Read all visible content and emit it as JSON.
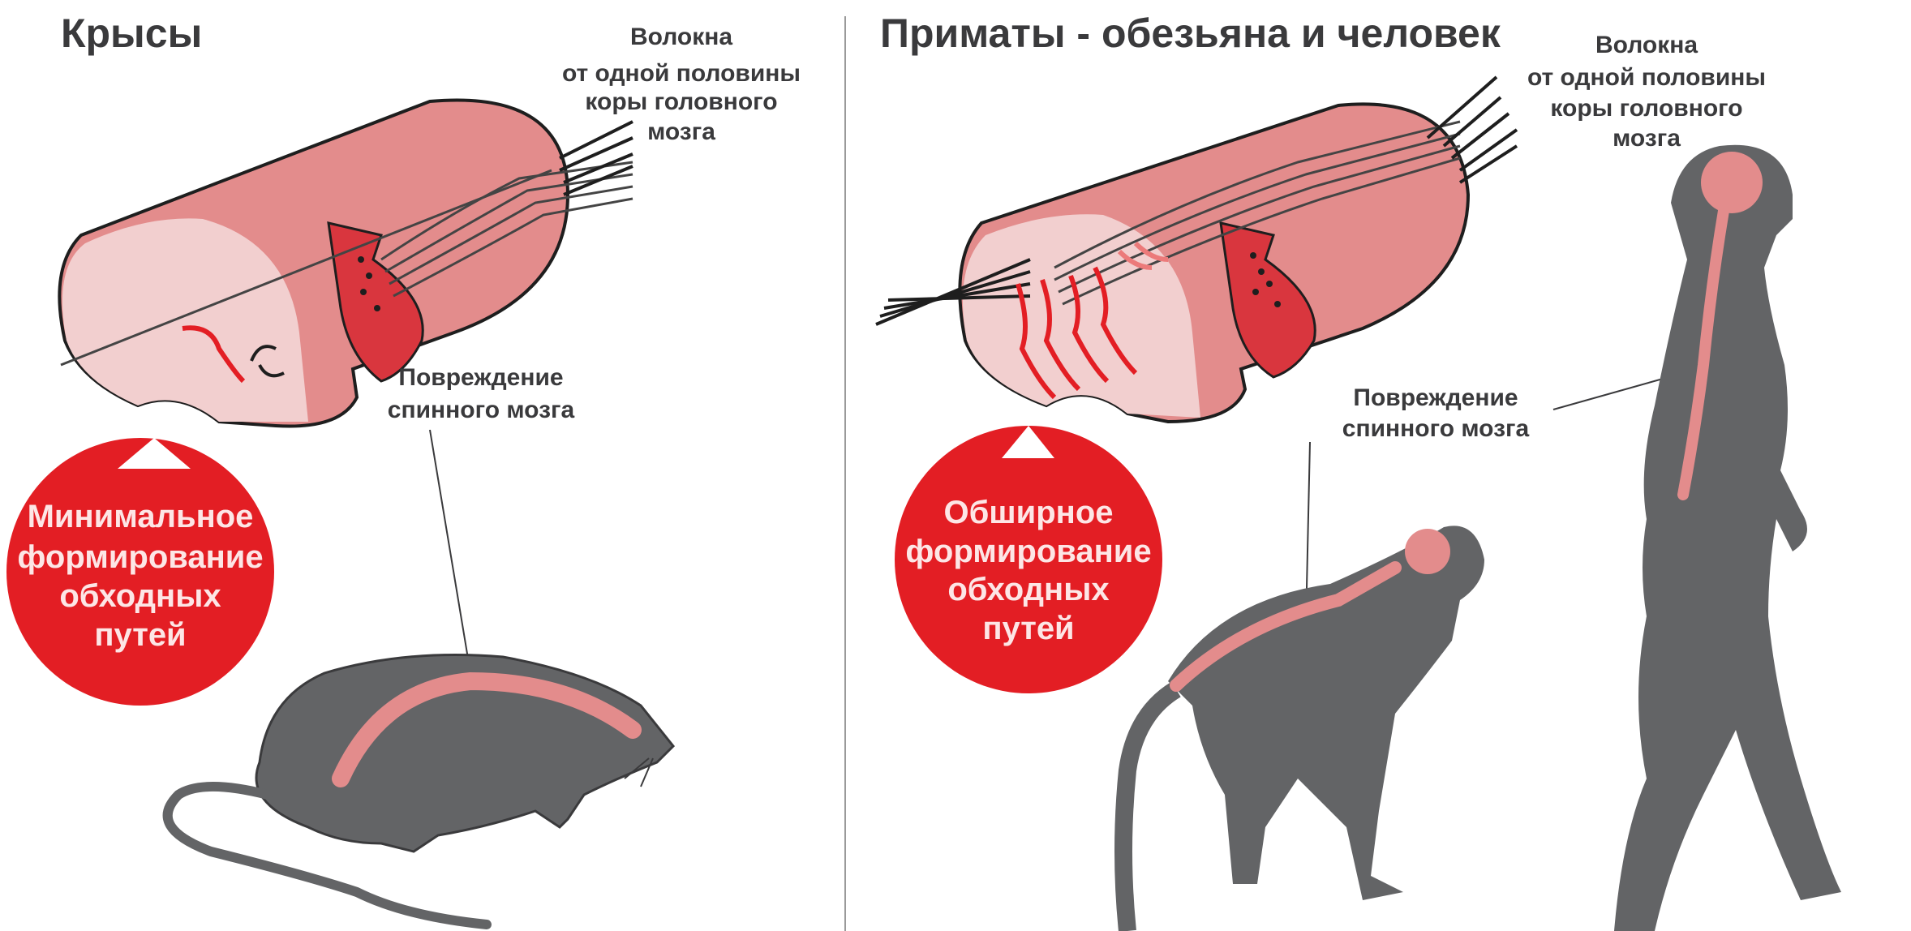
{
  "left_panel": {
    "title": "Крысы",
    "fibers_label": [
      "Волокна",
      "от одной половины",
      "коры головного",
      "мозга"
    ],
    "injury_label": [
      "Повреждение",
      "спинного мозга"
    ],
    "outcome_label": [
      "Минимальное",
      "формирование",
      "обходных",
      "путей"
    ]
  },
  "right_panel": {
    "title": "Приматы - обезьяна и человек",
    "fibers_label": [
      "Волокна",
      "от одной половины",
      "коры головного",
      "мозга"
    ],
    "injury_label": [
      "Повреждение",
      "спинного мозга"
    ],
    "outcome_label": [
      "Обширное",
      "формирование",
      "обходных",
      "путей"
    ]
  },
  "colors": {
    "accent_red": "#e31e24",
    "cord_pink": "#e38c8c",
    "cord_light": "#f2cfcf",
    "animal_gray": "#636466",
    "text": "#3a3a3c"
  }
}
